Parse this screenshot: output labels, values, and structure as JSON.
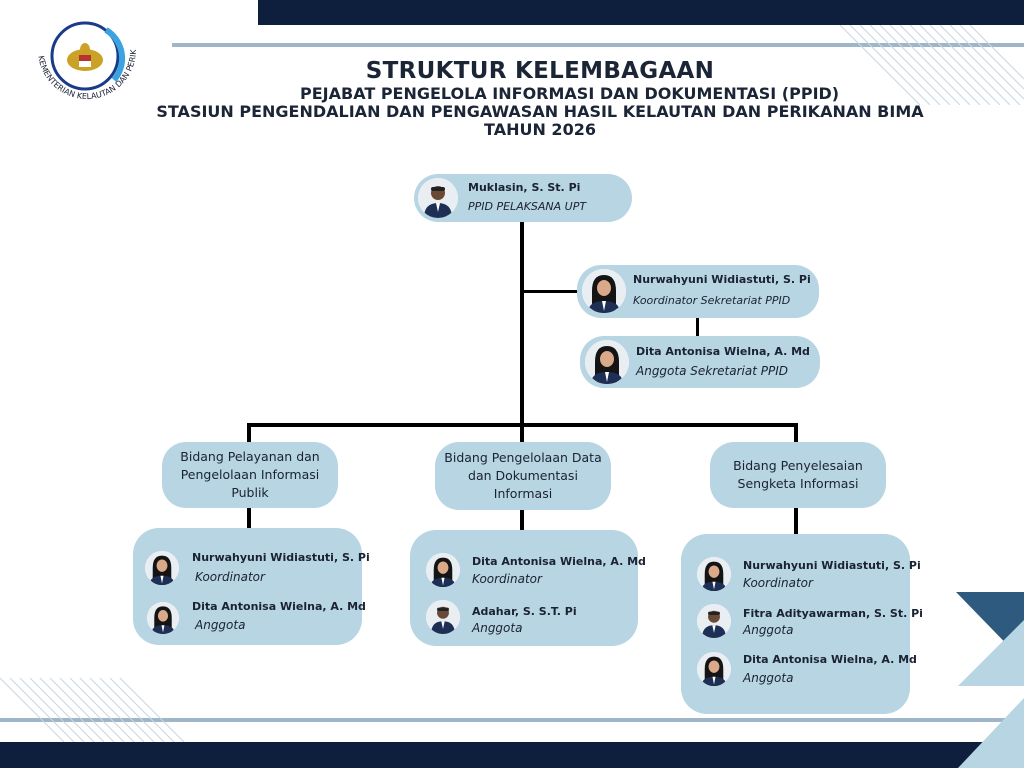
{
  "logo": {
    "ring_text": "KEMENTERIAN KELAUTAN DAN PERIKANAN",
    "colors": {
      "ring": "#1a3a8a",
      "accent": "#3aa3e0",
      "emblem": "#c9a227"
    }
  },
  "header": {
    "title": "STRUKTUR KELEMBAGAAN",
    "line2": "PEJABAT PENGELOLA INFORMASI DAN DOKUMENTASI (PPID)",
    "line3": "STASIUN PENGENDALIAN DAN PENGAWASAN HASIL KELAUTAN DAN PERIKANAN BIMA",
    "line4": "TAHUN 2026"
  },
  "head": {
    "name": "Muklasin, S. St. Pi",
    "role": "PPID PELAKSANA UPT",
    "photo_icon": "person-male-photo-icon"
  },
  "secretariat": {
    "coordinator": {
      "name": "Nurwahyuni Widiastuti, S. Pi",
      "role": "Koordinator Sekretariat PPID",
      "photo_icon": "person-hijab-photo-icon"
    },
    "member": {
      "name": "Dita Antonisa Wielna, A. Md",
      "role": "Anggota Sekretariat PPID",
      "photo_icon": "person-hijab-photo-icon"
    }
  },
  "departments": [
    {
      "title": "Bidang Pelayanan dan Pengelolaan Informasi Publik",
      "members": [
        {
          "name": "Nurwahyuni Widiastuti, S. Pi",
          "role": "Koordinator",
          "photo_icon": "person-hijab-photo-icon"
        },
        {
          "name": "Dita Antonisa Wielna, A. Md",
          "role": "Anggota",
          "photo_icon": "person-hijab-photo-icon"
        }
      ]
    },
    {
      "title": "Bidang Pengelolaan Data dan Dokumentasi Informasi",
      "members": [
        {
          "name": "Dita Antonisa Wielna, A. Md",
          "role": "Koordinator",
          "photo_icon": "person-hijab-photo-icon"
        },
        {
          "name": "Adahar, S. S.T. Pi",
          "role": "Anggota",
          "photo_icon": "person-male-photo-icon"
        }
      ]
    },
    {
      "title": "Bidang Penyelesaian Sengketa Informasi",
      "members": [
        {
          "name": "Nurwahyuni Widiastuti, S. Pi",
          "role": "Koordinator",
          "photo_icon": "person-hijab-photo-icon"
        },
        {
          "name": "Fitra Adityawarman, S. St. Pi",
          "role": "Anggota",
          "photo_icon": "person-male-photo-icon"
        },
        {
          "name": "Dita Antonisa Wielna, A. Md",
          "role": "Anggota",
          "photo_icon": "person-hijab-photo-icon"
        }
      ]
    }
  ],
  "colors": {
    "navy": "#0d1f3c",
    "box": "#b7d5e2",
    "accent_line": "#9fb6c8",
    "triangle_dark": "#2d5a7e",
    "triangle_light": "#b7d5e2"
  }
}
